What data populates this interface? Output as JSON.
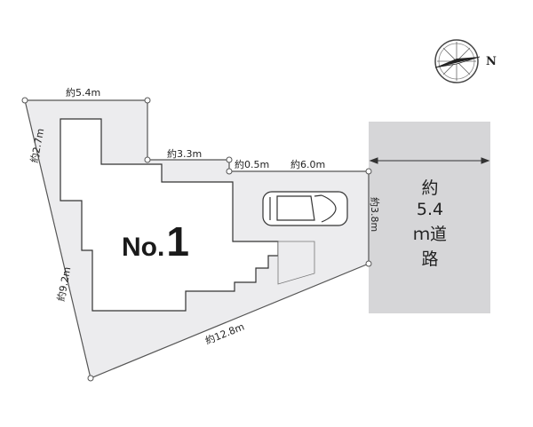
{
  "dimensions": {
    "top_left": "約5.4m",
    "left_upper": "約2.7m",
    "left_lower": "約9.2m",
    "bottom": "約12.8m",
    "step_upper": "約3.3m",
    "step_small": "約0.5m",
    "step_right": "約6.0m",
    "frontage": "約3.8m"
  },
  "lot": {
    "label_prefix": "No.",
    "label_number": "1"
  },
  "road": {
    "line1": "約",
    "line2": "5.4",
    "line3": "ｍ道",
    "line4": "路"
  },
  "compass": {
    "label": "N"
  },
  "colors": {
    "lot_fill": "#ececee",
    "road_fill": "#d6d6d8",
    "outline": "#555555"
  }
}
